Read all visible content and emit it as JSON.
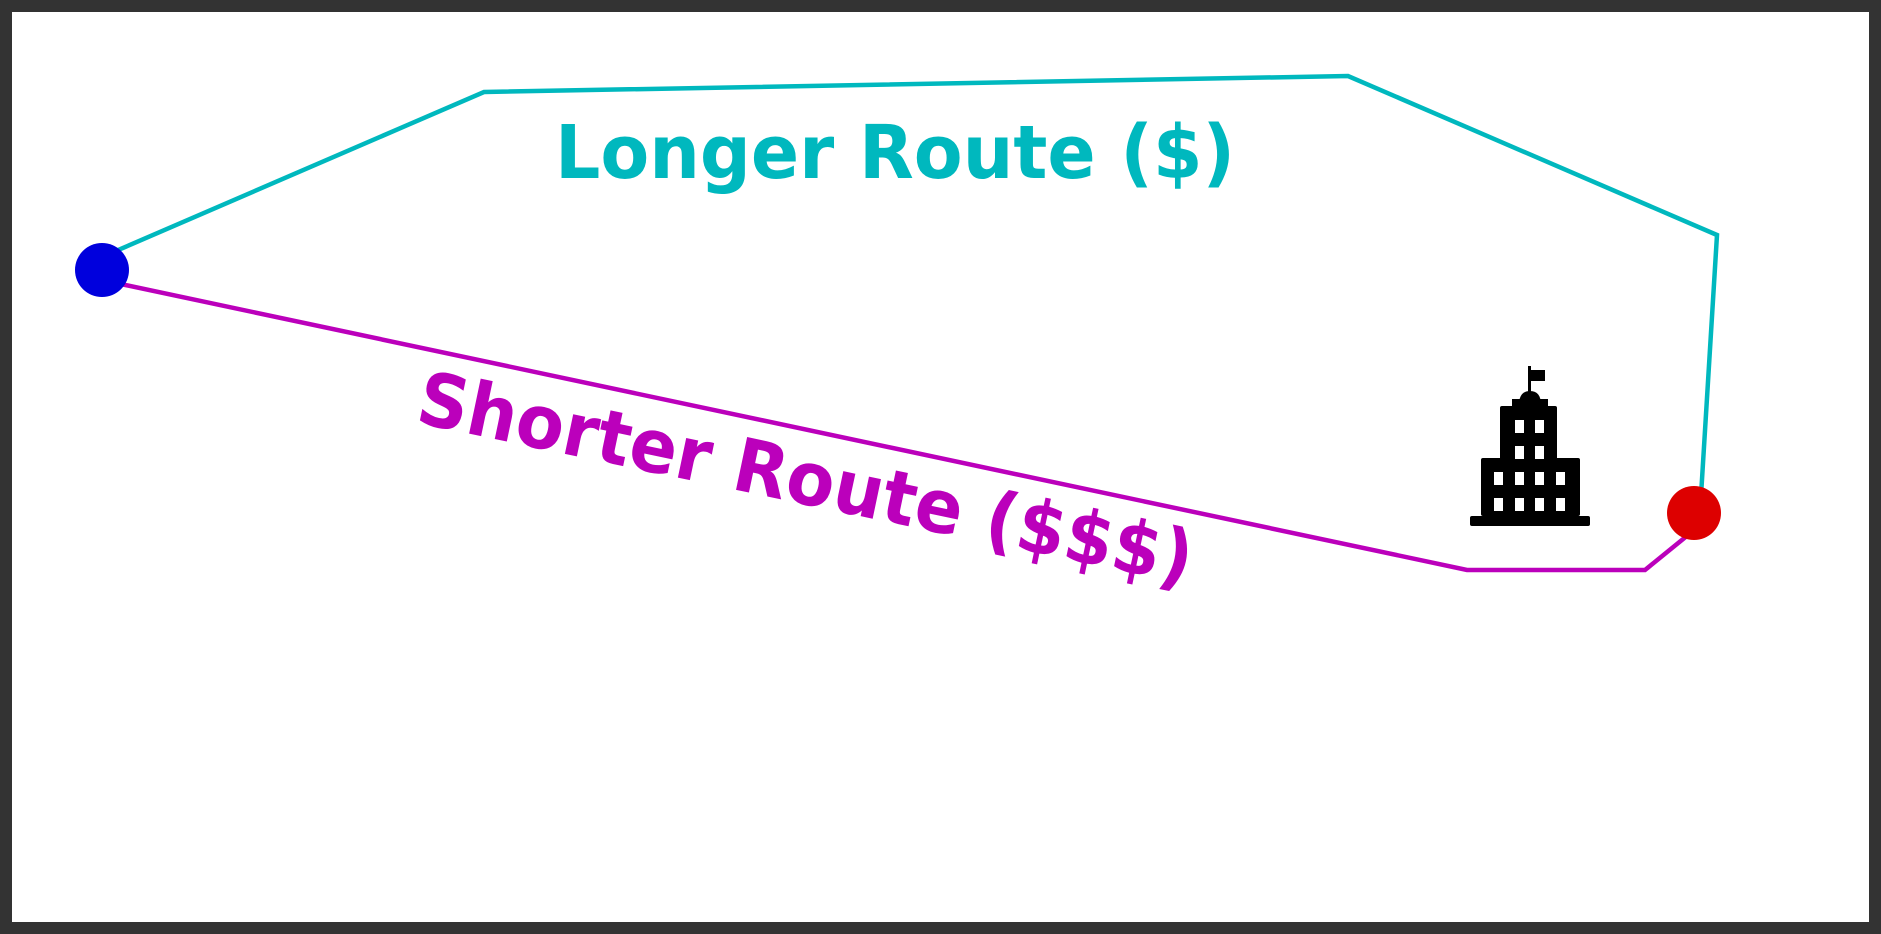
{
  "labels": {
    "longer_route": "Longer Route ($)",
    "shorter_route": "Shorter Route ($$$)"
  },
  "colors": {
    "longer_route": "#00B8BE",
    "shorter_route": "#BB00BB",
    "start": "#0000DD",
    "end": "#DD0000",
    "building": "#000000",
    "frame": "#333333",
    "background": "#FFFFFF"
  },
  "icons": {
    "start": "start-point-marker",
    "end": "end-point-marker",
    "building": "building-icon"
  }
}
